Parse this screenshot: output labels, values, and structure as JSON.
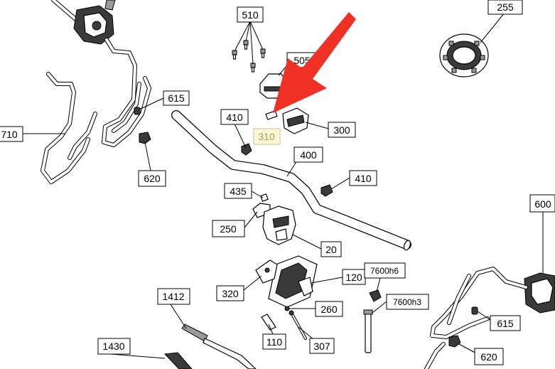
{
  "callouts": {
    "c255": "255",
    "c510": "510",
    "c505": "505",
    "c615a": "615",
    "c710": "710",
    "c410a": "410",
    "c310": "310",
    "c300": "300",
    "c620a": "620",
    "c400": "400",
    "c410b": "410",
    "c435": "435",
    "c250": "250",
    "c20": "20",
    "c600": "600",
    "c120": "120",
    "c7600h6": "7600h6",
    "c320": "320",
    "c260": "260",
    "c7600h3": "7600h3",
    "c1412": "1412",
    "c110": "110",
    "c307": "307",
    "c615b": "615",
    "c1430": "1430",
    "c620b": "620"
  },
  "colors": {
    "highlight_arrow": "#ee3124",
    "highlight_label_fill": "#fbf8d8",
    "highlight_label_text": "#a89f4a"
  }
}
